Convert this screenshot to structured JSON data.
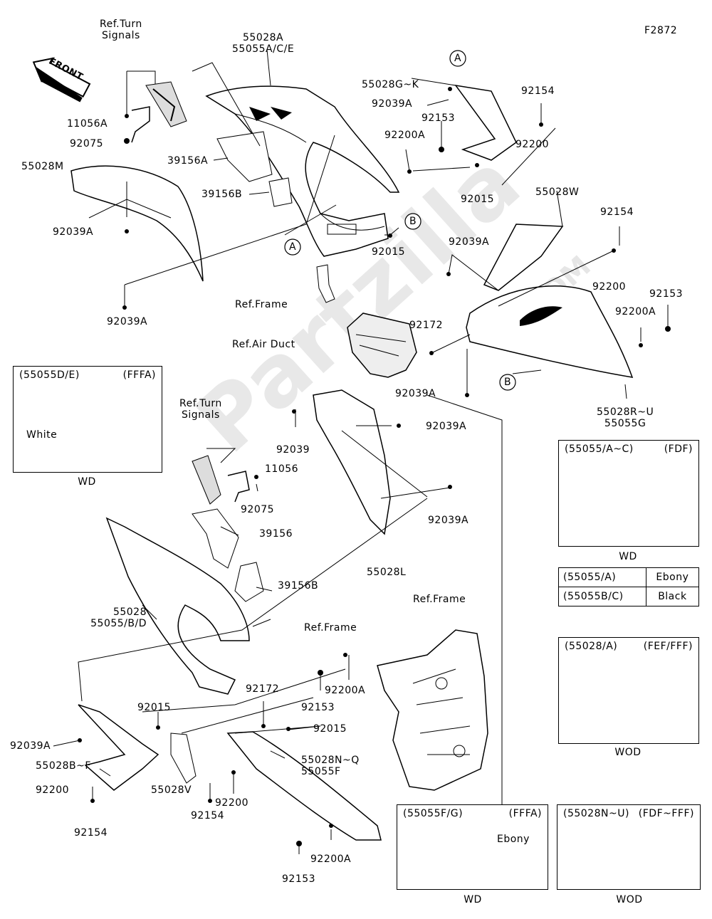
{
  "figure_code": "F2872",
  "front_label": "FRONT",
  "watermark": {
    "text": "Partzilla",
    "sub": ".COM"
  },
  "labels": {
    "ref_turn_signals_1": "Ref.Turn\nSignals",
    "p11056a": "11056A",
    "p92075a": "92075",
    "p55028m": "55028M",
    "p92039a_1": "92039A",
    "p92039a_2": "92039A",
    "p55028a": "55028A\n55055A/C/E",
    "p39156a": "39156A",
    "p39156b_1": "39156B",
    "ref_frame_1": "Ref.Frame",
    "ref_air_duct": "Ref.Air Duct",
    "circle_a_1": "A",
    "circle_a_2": "A",
    "circle_b_1": "B",
    "circle_b_2": "B",
    "p92015_1": "92015",
    "p92015_2": "92015",
    "p55028gk": "55028G~K",
    "p92039a_3": "92039A",
    "p92153_1": "92153",
    "p92200a_1": "92200A",
    "p92154_1": "92154",
    "p92200_1": "92200",
    "p55028w": "55028W",
    "p92154_2": "92154",
    "p92039a_4": "92039A",
    "p92200_2": "92200",
    "p92153_2": "92153",
    "p92200a_2": "92200A",
    "p92172_1": "92172",
    "p92039a_5": "92039A",
    "p55028ru": "55028R~U\n55055G",
    "p92039a_6": "92039A",
    "p92039": "92039",
    "ref_turn_signals_2": "Ref.Turn\nSignals",
    "p11056": "11056",
    "p92075": "92075",
    "p92039a_7": "92039A",
    "p39156": "39156",
    "p55028l": "55028L",
    "p39156b_2": "39156B",
    "p55028": "55028\n55055/B/D",
    "ref_frame_2": "Ref.Frame",
    "ref_frame_3": "Ref.Frame",
    "p92153_3": "92153",
    "p92200a_3": "92200A",
    "p92172_2": "92172",
    "p92015_3": "92015",
    "p92015_4": "92015",
    "p92039a_8": "92039A",
    "p55028bf": "55028B~F",
    "p92200_3": "92200",
    "p92154_3": "92154",
    "p55028v": "55028V",
    "p92154_4": "92154",
    "p92200_4": "92200",
    "p55028nq": "55028N~Q\n55055F",
    "p92153_4": "92153",
    "p92200a_4": "92200A"
  },
  "insets": {
    "ffa_white": {
      "model": "(55055D/E)",
      "color_code": "(FFFA)",
      "note": "White",
      "caption": "WD"
    },
    "fdf": {
      "model": "(55055/A~C)",
      "color_code": "(FDF)",
      "caption": "WD"
    },
    "fef": {
      "model": "(55028/A)",
      "color_code": "(FEF/FFF)",
      "caption": "WOD"
    },
    "ffa_ebony": {
      "model": "(55055F/G)",
      "color_code": "(FFFA)",
      "note": "Ebony",
      "caption": "WD"
    },
    "fdf_fff": {
      "model": "(55028N~U)",
      "color_code": "(FDF~FFF)",
      "caption": "WOD"
    }
  },
  "color_table": [
    [
      "(55055/A)",
      "Ebony"
    ],
    [
      "(55055B/C)",
      "Black"
    ]
  ]
}
